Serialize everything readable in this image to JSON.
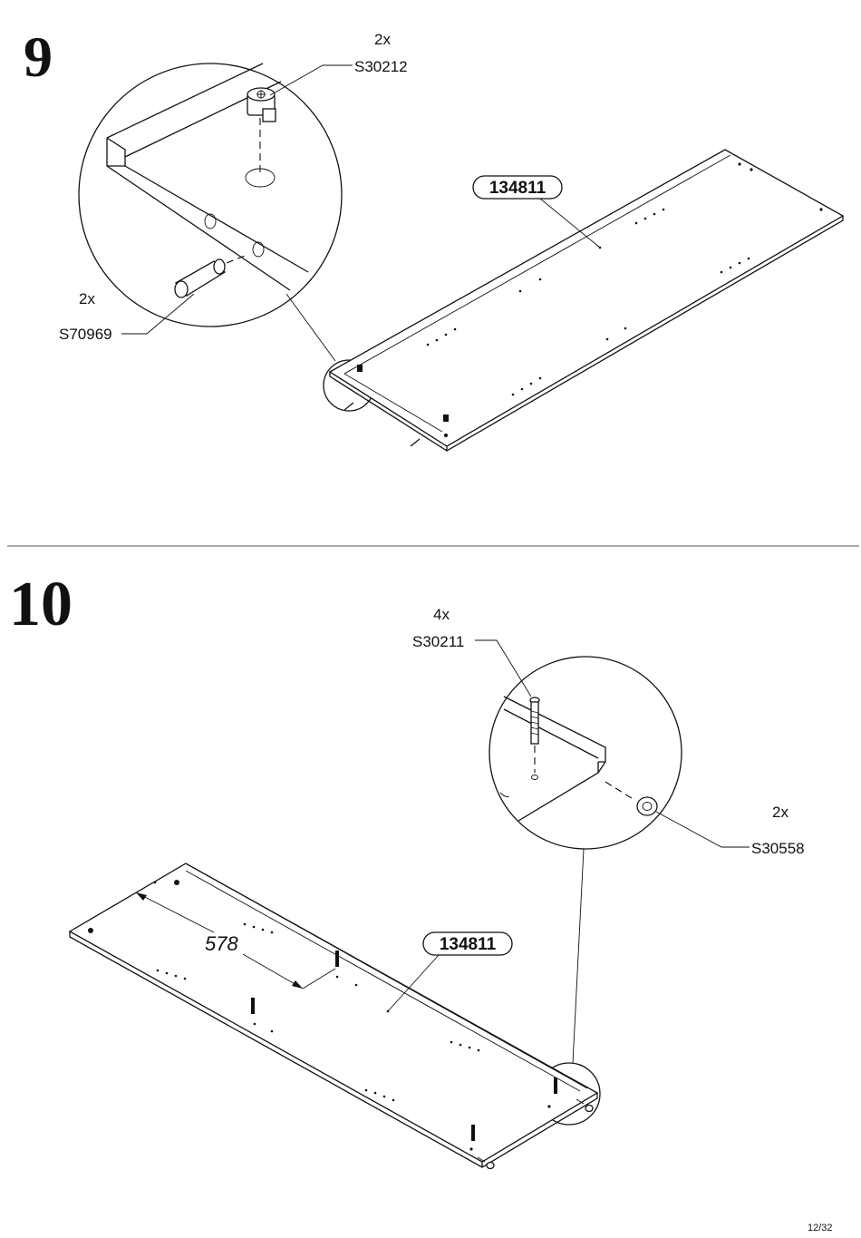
{
  "page_number": "12/32",
  "steps": [
    {
      "number": "9",
      "panel_part_id": "134811",
      "callouts": [
        {
          "quantity": "2x",
          "part_code": "S30212"
        },
        {
          "quantity": "2x",
          "part_code": "S70969"
        }
      ]
    },
    {
      "number": "10",
      "panel_part_id": "134811",
      "dimension": "578",
      "callouts": [
        {
          "quantity": "4x",
          "part_code": "S30211"
        },
        {
          "quantity": "2x",
          "part_code": "S30558"
        }
      ]
    }
  ]
}
